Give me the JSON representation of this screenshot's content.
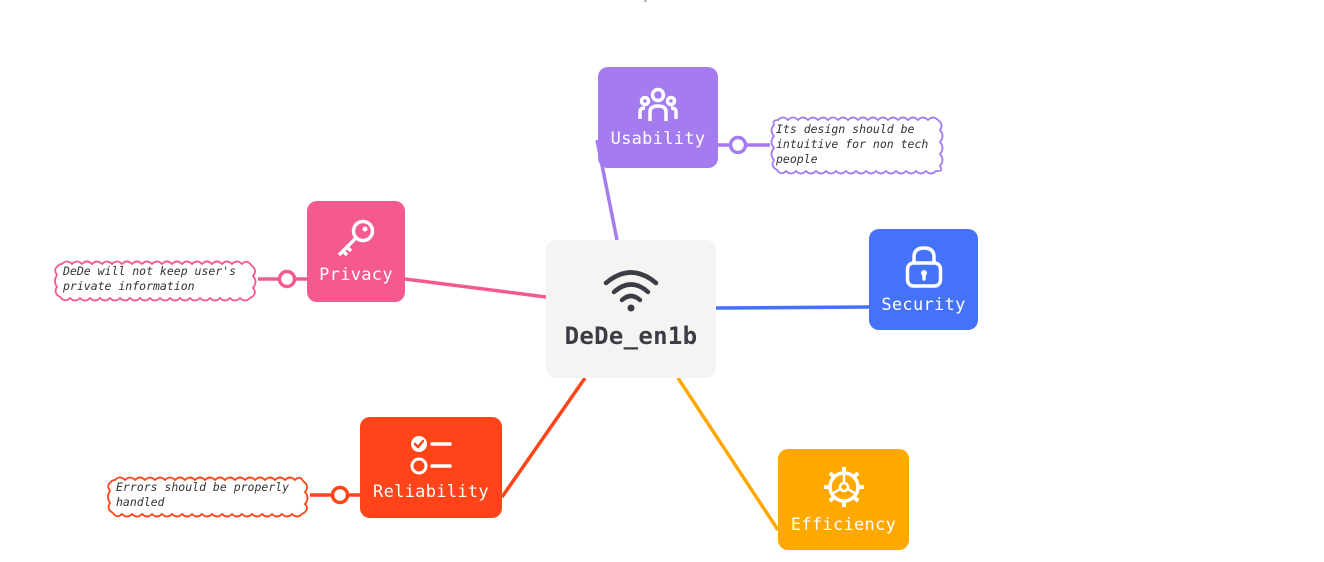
{
  "center": {
    "label": "DeDe_en1b",
    "icon": "wifi-icon",
    "color": "#3b3d45"
  },
  "branches": [
    {
      "id": "usability",
      "label": "Usability",
      "icon": "users-icon",
      "color": "#a47cf0",
      "note": [
        "Its design should be",
        "intuitive for non tech",
        "people"
      ]
    },
    {
      "id": "privacy",
      "label": "Privacy",
      "icon": "key-icon",
      "color": "#f45a8d",
      "note": [
        "DeDe will not keep user's",
        "private information"
      ]
    },
    {
      "id": "security",
      "label": "Security",
      "icon": "lock-icon",
      "color": "#4472f9"
    },
    {
      "id": "reliability",
      "label": "Reliability",
      "icon": "checklist-icon",
      "color": "#ff4419",
      "note": [
        "Errors should be properly",
        "handled"
      ]
    },
    {
      "id": "efficiency",
      "label": "Efficiency",
      "icon": "gear-icon",
      "color": "#ffa800"
    }
  ]
}
